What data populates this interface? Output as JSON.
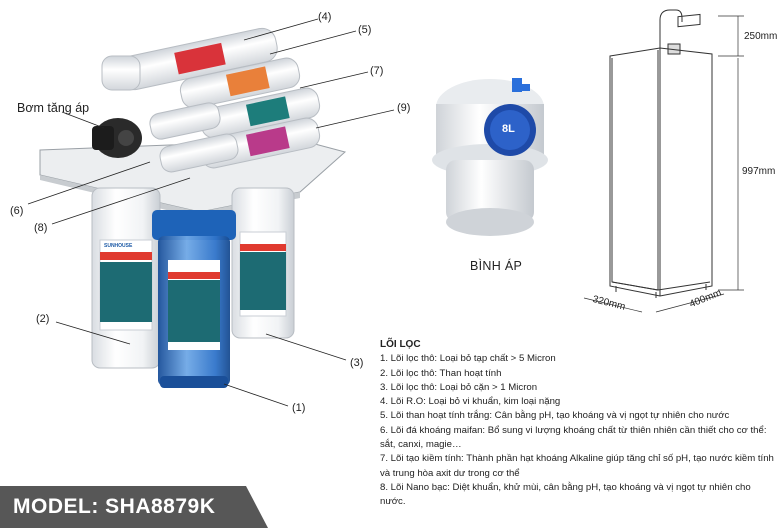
{
  "callouts": {
    "c1": "(1)",
    "c2": "(2)",
    "c3": "(3)",
    "c4": "(4)",
    "c5": "(5)",
    "c6": "(6)",
    "c7": "(7)",
    "c8": "(8)",
    "c9": "(9)",
    "pump": "Bơm tăng áp"
  },
  "tank": {
    "label": "BÌNH ÁP",
    "capacity": "8L"
  },
  "brand": "SUNHOUSE",
  "dimensions": {
    "top": "250mm",
    "height": "997mm",
    "width": "320mm",
    "depth": "400mm"
  },
  "filters": {
    "title": "LÕI LỌC",
    "items": [
      "1. Lõi lọc thô: Loại bỏ tạp chất > 5 Micron",
      "2. Lõi lọc thô: Than hoạt tính",
      "3. Lõi lọc thô: Loại bỏ cặn > 1 Micron",
      "4. Lõi R.O: Loại bỏ vi khuẩn, kim loại nặng",
      "5. Lõi than hoạt tính trắng: Cân bằng pH, tạo khoáng và vị ngọt tự nhiên cho nước",
      "6. Lõi đá khoáng maifan: Bổ sung vi lượng khoáng chất từ thiên nhiên cần thiết cho cơ thể: sắt, canxi, magie…",
      "7. Lõi tạo kiềm tính: Thành phần hạt khoáng Alkaline giúp tăng chỉ số pH, tạo nước kiềm tính và trung hòa axit dư trong cơ thể",
      "8. Lõi Nano bạc: Diệt khuẩn, khử mùi, cân bằng pH, tạo khoáng và vị ngọt tự nhiên cho nước."
    ]
  },
  "model": "MODEL: SHA8879K",
  "colors": {
    "model_bg": "#575757",
    "blue_housing": "#1e63b8",
    "cabinet_line": "#333333"
  }
}
